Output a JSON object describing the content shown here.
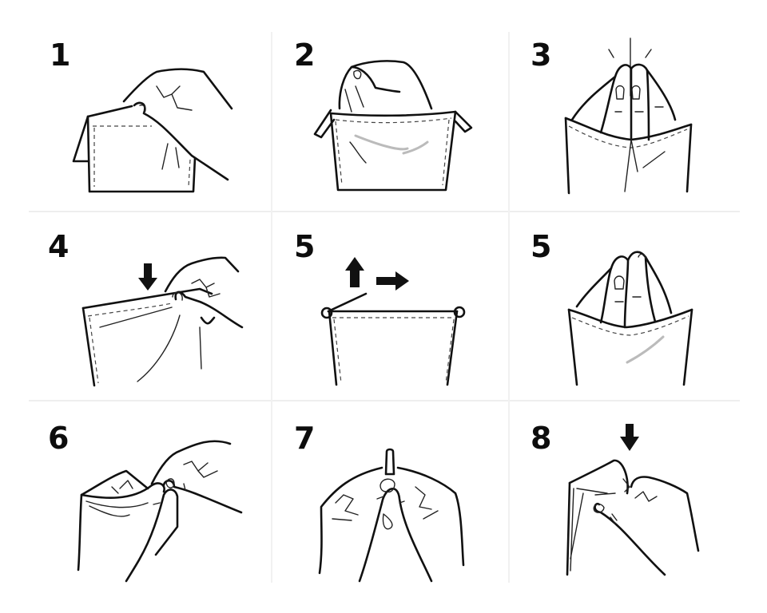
{
  "diagram": {
    "type": "step-by-step instructional illustration",
    "style": "black line art on white, 3x3 grid",
    "colors": {
      "background": "#ffffff",
      "ink": "#111111",
      "divider": "#eeeeee",
      "shade": "#bbbbbb"
    },
    "panels": [
      {
        "step": "1",
        "description": "Hand pinching the top corner of a folded pocket square with dashed stitching"
      },
      {
        "step": "2",
        "description": "Hand reaching down into an open pocket square with side tabs"
      },
      {
        "step": "3",
        "description": "Two hands pressed together inside a pocket, fingertips meeting at a center line with motion marks"
      },
      {
        "step": "4",
        "description": "Hand folding down the top edge of fabric; down arrow",
        "arrows": [
          "down-arrow"
        ]
      },
      {
        "step": "5",
        "description": "Open pocket outline with looped corners; up arrow and right arrow",
        "arrows": [
          "up-arrow",
          "right-arrow"
        ]
      },
      {
        "step": "5",
        "description": "Two hands pressed together inserted into a pocket"
      },
      {
        "step": "6",
        "description": "Two hands pinching and twisting the fabric edge"
      },
      {
        "step": "7",
        "description": "Two hands pinching a rolled point of fabric upward"
      },
      {
        "step": "8",
        "description": "Hand pinching folded fabric corner; down arrow",
        "arrows": [
          "down-arrow"
        ]
      }
    ]
  }
}
